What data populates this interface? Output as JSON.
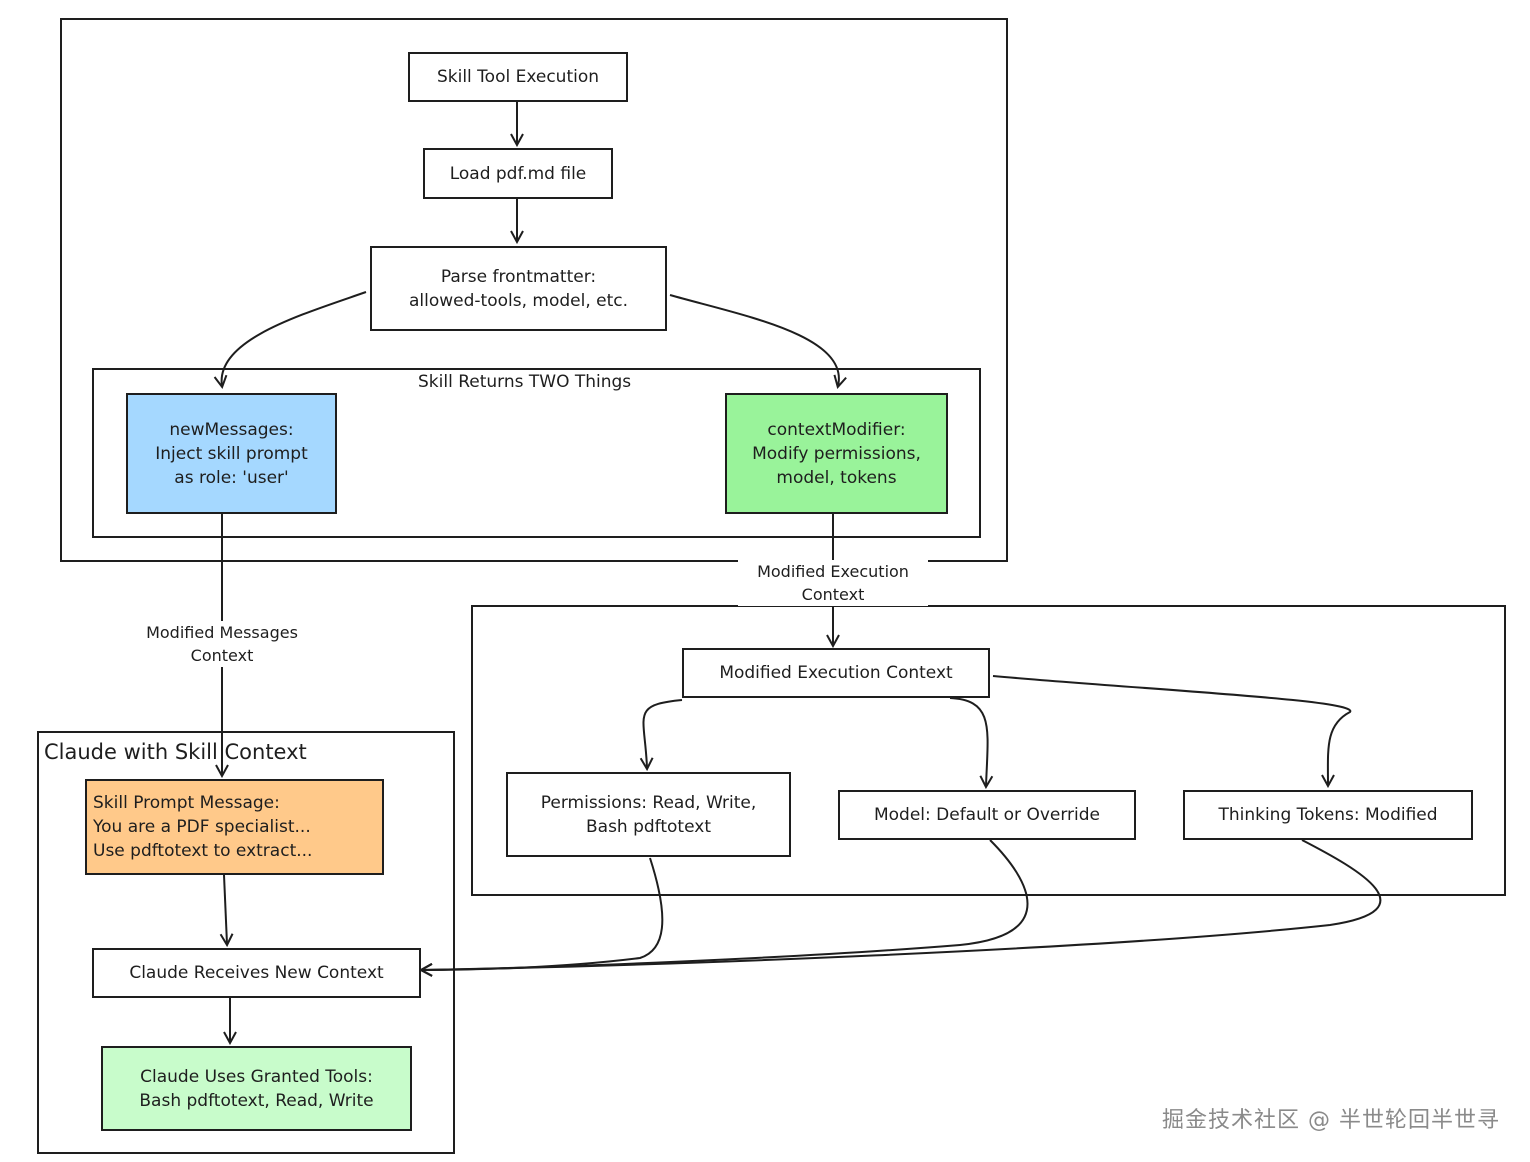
{
  "colors": {
    "stroke": "#1e1e1e",
    "blue": "#a5d8ff",
    "green": "#99f39a",
    "orange": "#ffc98a",
    "light_green": "#c8fccb",
    "watermark": "#8a8a8a"
  },
  "groups": {
    "skill_returns_title": "Skill Returns TWO Things",
    "claude_context_title": "Claude with Skill Context"
  },
  "nodes": {
    "skill_tool_execution": "Skill Tool Execution",
    "load_pdf": "Load pdf.md file",
    "parse_frontmatter": "Parse frontmatter:\nallowed-tools, model, etc.",
    "new_messages": "newMessages:\nInject skill prompt\nas role: 'user'",
    "context_modifier": "contextModifier:\nModify permissions,\nmodel, tokens",
    "modified_execution_context": "Modified Execution Context",
    "permissions": "Permissions: Read, Write,\nBash pdftotext",
    "model": "Model: Default or Override",
    "thinking_tokens": "Thinking Tokens: Modified",
    "skill_prompt_message": "Skill Prompt Message:\nYou are a PDF specialist...\nUse pdftotext to extract...",
    "claude_receives": "Claude Receives New Context",
    "claude_uses_tools": "Claude Uses Granted Tools:\nBash pdftotext, Read, Write"
  },
  "edge_labels": {
    "modified_messages_context": "Modified Messages\nContext",
    "modified_execution_context": "Modified Execution\nContext"
  },
  "watermark": "掘金技术社区 @ 半世轮回半世寻"
}
